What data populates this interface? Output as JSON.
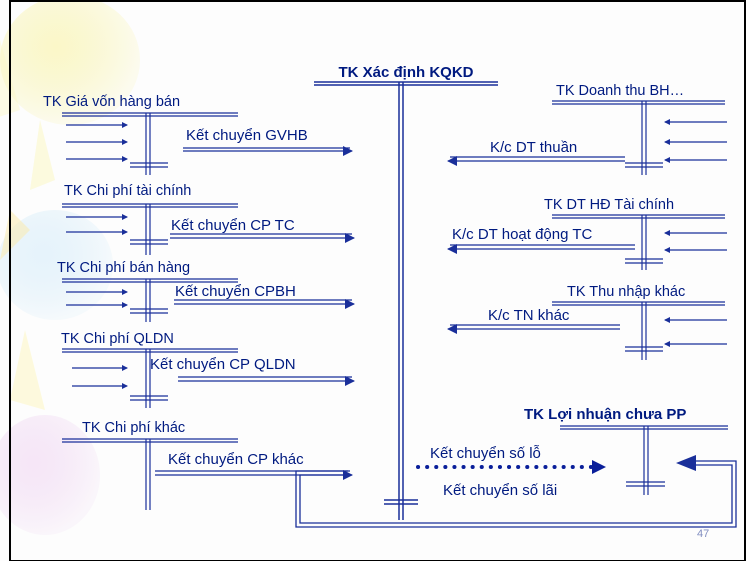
{
  "title": "TK Xác định KQKD",
  "left_accounts": [
    {
      "name": "TK Giá vốn hàng bán",
      "transfer": "Kết chuyển GVHB"
    },
    {
      "name": "TK  Chi phí tài chính",
      "transfer": "Kết chuyển CP TC"
    },
    {
      "name": "TK Chi phí bán hàng",
      "transfer": "Kết chuyển CPBH"
    },
    {
      "name": "TK Chi phí QLDN",
      "transfer": "Kết chuyển CP QLDN"
    },
    {
      "name": "TK Chi phí khác",
      "transfer": "Kết chuyển CP khác"
    }
  ],
  "right_accounts": [
    {
      "name": "TK Doanh thu BH…",
      "transfer": "K/c DT thuần"
    },
    {
      "name": "TK DT HĐ Tài chính",
      "transfer": "K/c DT hoạt động TC"
    },
    {
      "name": "TK Thu nhập khác",
      "transfer": "K/c TN khác"
    }
  ],
  "profit_account": {
    "name": "TK Lợi nhuận chưa PP",
    "loss_transfer": "Kết chuyển số lỗ",
    "profit_transfer": "Kết chuyển số lãi"
  },
  "page_number": "47",
  "colors": {
    "line": "#1a2f9a",
    "text": "#001a80",
    "dots": "#0a1f9a"
  }
}
